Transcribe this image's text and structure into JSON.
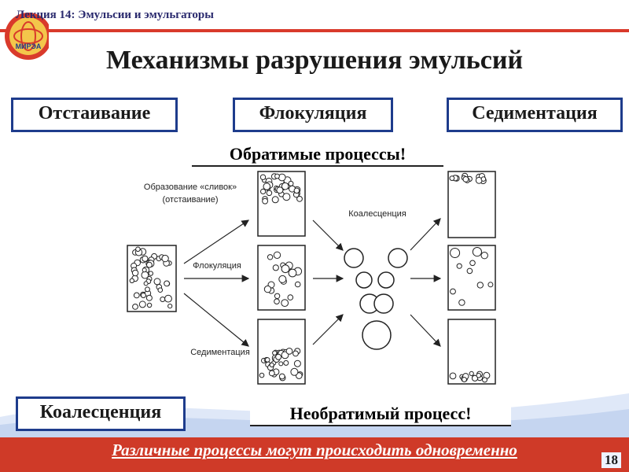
{
  "header": {
    "lecture_title": "Лекция 14: Эмульсии и эмульгаторы",
    "logo_text": "МИРЭА"
  },
  "slide": {
    "title": "Механизмы разрушения эмульсий",
    "boxes": {
      "settling": "Отстаивание",
      "flocculation": "Флокуляция",
      "sedimentation": "Седиментация",
      "coalescence": "Коалесценция"
    },
    "reversible": "Обратимые процессы!",
    "irreversible": "Необратимый процесс!"
  },
  "diagram": {
    "label_creaming": "Образование «сливок»",
    "label_creaming_sub": "(отстаивание)",
    "label_flocculation": "Флокуляция",
    "label_sedimentation": "Седиментация",
    "label_coalescence": "Коалесценция"
  },
  "footer": {
    "note": "Различные процессы могут происходить одновременно",
    "page_number": "18"
  },
  "colors": {
    "accent_red": "#cf3a28",
    "box_border": "#1e3c8c"
  }
}
